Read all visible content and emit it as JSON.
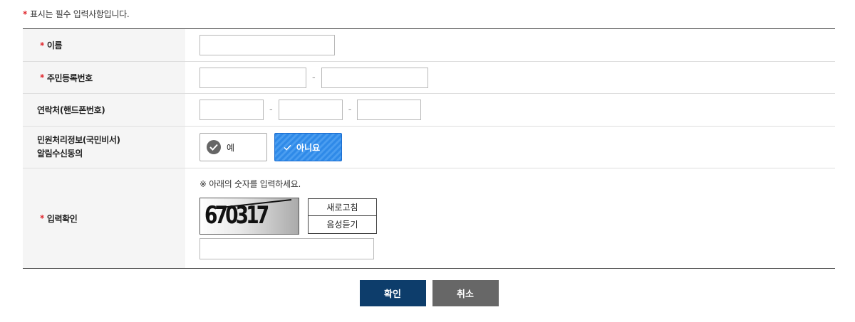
{
  "notice": {
    "star": "*",
    "text": "표시는 필수 입력사항입니다."
  },
  "fields": {
    "name": {
      "star": "*",
      "label": "이름"
    },
    "rrn": {
      "star": "*",
      "label": "주민등록번호",
      "separator": "-"
    },
    "phone": {
      "label": "연락처(핸드폰번호)",
      "separator": "-"
    },
    "consent": {
      "label_line1": "민원처리정보(국민비서)",
      "label_line2": "알림수신동의",
      "options": [
        "예",
        "아니요"
      ],
      "selected": "아니요"
    },
    "captcha": {
      "star": "*",
      "label": "입력확인",
      "note": "※ 아래의 숫자를 입력하세요.",
      "image_text": "670317",
      "refresh_label": "새로고침",
      "audio_label": "음성듣기"
    }
  },
  "actions": {
    "confirm": "확인",
    "cancel": "취소"
  },
  "colors": {
    "required": "#e0282e",
    "confirm_bg": "#0d3d6b",
    "cancel_bg": "#676767",
    "selected_option": "#2f8ae8"
  }
}
